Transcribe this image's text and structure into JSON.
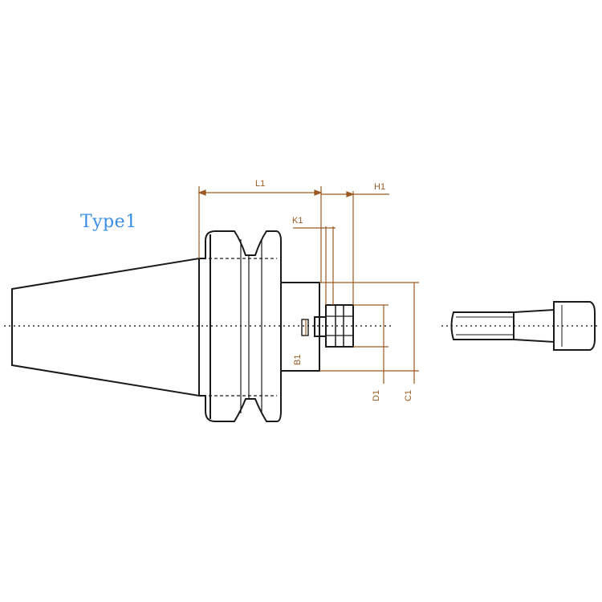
{
  "title": "Type1",
  "dimensions": {
    "L1": "L1",
    "H1": "H1",
    "K1": "K1",
    "B1": "B1",
    "D1": "D1",
    "C1": "C1"
  },
  "colors": {
    "outline": "#1a1a1a",
    "dimension": "#9a5a22",
    "title": "#3a8ee6",
    "centerline": "#333333"
  }
}
